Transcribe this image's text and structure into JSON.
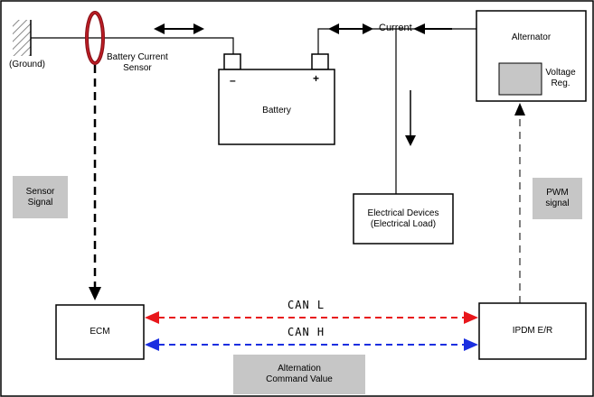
{
  "labels": {
    "ground": "(Ground)",
    "battery_current_sensor": "Battery Current\nSensor",
    "current": "Current",
    "alternator": "Alternator",
    "voltage_reg": "Voltage\nReg.",
    "battery": "Battery",
    "battery_minus": "–",
    "battery_plus": "+",
    "sensor_signal": "Sensor\nSignal",
    "electrical_devices": "Electrical Devices\n(Electrical Load)",
    "pwm_signal": "PWM\nsignal",
    "ecm": "ECM",
    "ipdm": "IPDM E/R",
    "can_l": "CAN L",
    "can_h": "CAN H",
    "alternation_command": "Alternation\nCommand Value"
  },
  "colors": {
    "can_l_line": "#e8161b",
    "can_h_line": "#1b2fe0",
    "gray_box": "#c6c6c6",
    "sensor_ring": "#8b0f16"
  }
}
